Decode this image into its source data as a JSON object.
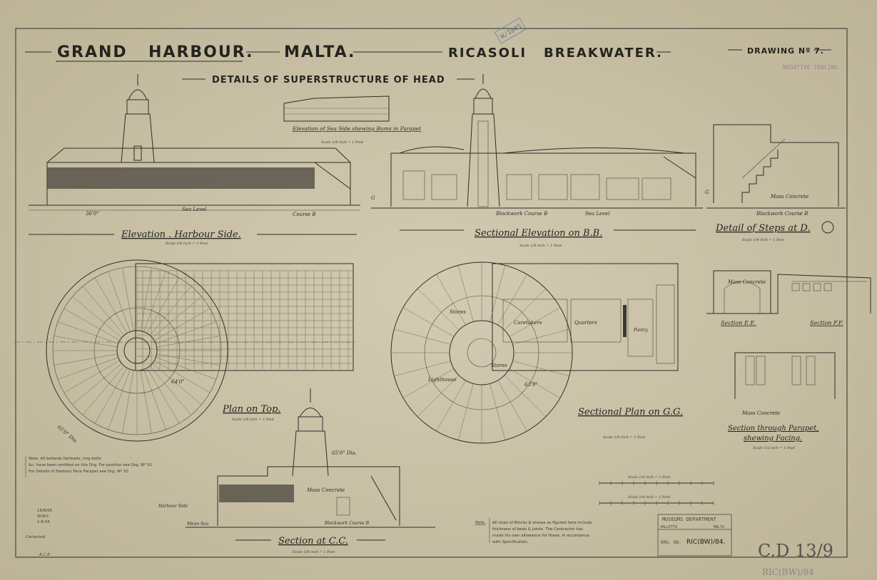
{
  "header": {
    "title_parts": [
      "GRAND",
      "HARBOUR.",
      "MALTA.",
      "RICASOLI",
      "BREAKWATER."
    ],
    "drawing_number": "DRAWING Nº 7.",
    "subtitle": "DETAILS OF SUPERSTRUCTURE OF HEAD",
    "negative_stamp": "NEGATIVE TRACING",
    "register_stamp": "W/1845"
  },
  "views": {
    "elevation_harbour": {
      "title": "Elevation . Harbour Side.",
      "scale": "Scale 1/8 inch = 1 Foot",
      "sea_level": "Sea Level",
      "course": "Course B",
      "dim": "36'0\""
    },
    "elevation_sea": {
      "title": "Elevation of Sea Side shewing Bums in Parapet",
      "scale": "Scale 1/8 inch = 1 Foot"
    },
    "sectional_bb": {
      "title": "Sectional Elevation on B.B.",
      "scale": "Scale 1/8 inch = 1 Foot",
      "blockwork": "Blockwork Course B",
      "sea_level": "Sea Level",
      "label_g": "G"
    },
    "steps_d": {
      "title": "Detail of Steps at D.",
      "scale": "Scale 1/4 inch = 1 Foot",
      "mass_concrete": "Mass Concrete",
      "blockwork": "Blockwork Course B",
      "label_g": "G"
    },
    "plan_top": {
      "title": "Plan on Top.",
      "scale": "Scale 1/8 inch = 1 Foot",
      "dia": "65'0\" Dia.",
      "dim": "64'0\""
    },
    "sectional_gg": {
      "title": "Sectional Plan on G.G.",
      "scale": "Scale 1/8 inch = 1 Foot",
      "dim": "63'9\"",
      "rooms": [
        "Stores",
        "Caretakers",
        "Quarters",
        "Pantry",
        "Lighthouse",
        "Stores"
      ]
    },
    "section_cc": {
      "title": "Section at C.C.",
      "scale": "Scale 1/8 inch = 1 Foot",
      "mass_concrete": "Mass Concrete",
      "harbour_side": "Harbour Side",
      "mean_sea": "Mean Sea",
      "blockwork": "Blockwork Course B",
      "dim": "65'0\" Dia."
    },
    "section_ee": {
      "title": "Section E.E.",
      "mass_concrete": "Mass Concrete"
    },
    "section_ff": {
      "title": "Section F.F."
    },
    "parapet": {
      "title_line1": "Section through Parapet,",
      "title_line2": "shewing Facing.",
      "scale": "Scale 1/2 inch = 1 Foot",
      "mass_concrete": "Mass Concrete"
    }
  },
  "notes": {
    "left_note": [
      "Note. All bollards fairleads, ring bolts",
      "&c. have been omitted on this Drg. For position see Drg. Nº 10.",
      "For Details of Harbour Face Parapet see Drg. Nº 10."
    ],
    "bottom_note_label": "Note.",
    "bottom_note": [
      "All sizes of Blocks & stones as figured here include",
      "thickness of beds & joints. The Contractor has",
      "made his own allowance for these, in accordance",
      "with Specification."
    ],
    "date_mark": [
      "15/8/05",
      "W.W.C.",
      "1-6-05"
    ],
    "corrected": "Corrected",
    "initials": "A.C.E."
  },
  "scale_bars": [
    "Scale 1/8 inch = 1 Foot",
    "Scale 1/4 inch = 1 Foot"
  ],
  "museum_stamp": {
    "dept": "MUSEUMS DEPARTMENT",
    "city": "VALLETTA",
    "country": "MALTA",
    "drg_label": "DRG. NO.",
    "drg_value": "RIC(BW)/84."
  },
  "pencil": {
    "ref": "C.D 13/9",
    "ref2": "RIC(BW)/84"
  }
}
